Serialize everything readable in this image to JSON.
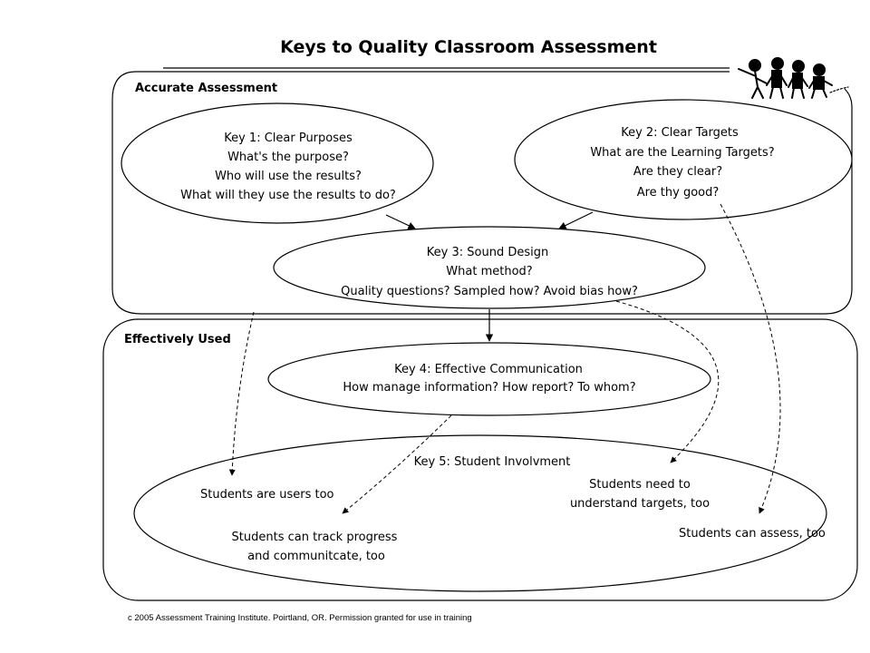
{
  "title": "Keys to Quality Classroom Assessment",
  "sections": {
    "accurate": "Accurate Assessment",
    "effective": "Effectively Used"
  },
  "key1": {
    "lines": [
      "Key 1: Clear Purposes",
      "What's the purpose?",
      "Who will use the results?",
      "What will they use the results to do?"
    ]
  },
  "key2": {
    "lines": [
      "Key 2: Clear Targets",
      "What are the Learning Targets?",
      "Are they clear?",
      "Are thy good?"
    ]
  },
  "key3": {
    "lines": [
      "Key 3: Sound Design",
      "What method?",
      "Quality questions? Sampled how? Avoid bias how?"
    ]
  },
  "key4": {
    "lines": [
      "Key 4: Effective Communication",
      "How manage information? How report? To whom?"
    ]
  },
  "key5": {
    "title": "Key 5: Student Involvment",
    "users": "Students are users too",
    "track": [
      "Students can track progress",
      "and communitcate, too"
    ],
    "need": [
      "Students need to",
      "understand targets, too"
    ],
    "assess": "Students can assess, too"
  },
  "copyright": "c 2005 Assessment Training Institute. Poirtland, OR.  Permission granted for use in training",
  "icons": {
    "figures": "stick-figures-clipart-icon"
  },
  "colors": {
    "ink": "#000000",
    "background": "#ffffff",
    "copyright": "#333333"
  }
}
